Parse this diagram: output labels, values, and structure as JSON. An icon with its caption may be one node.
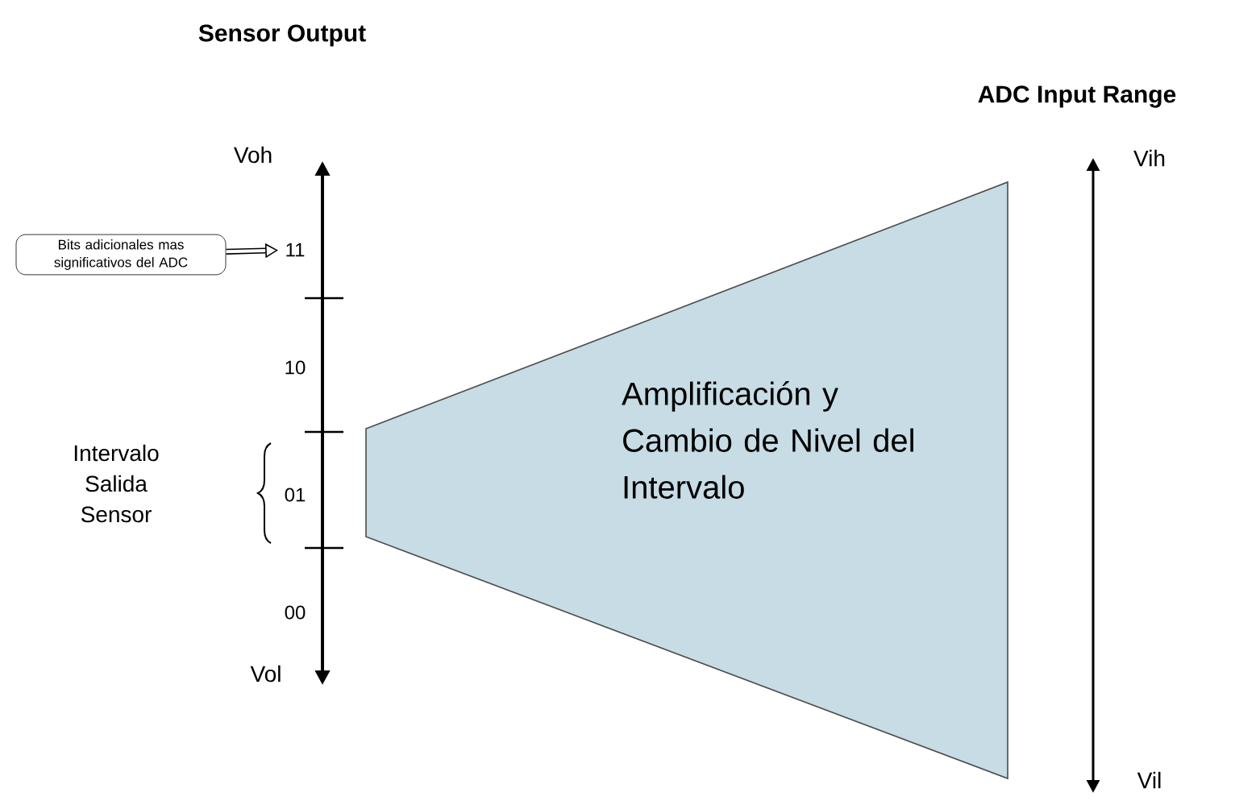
{
  "diagram": {
    "nodes": [
      {
        "text": [
          "Bits adicionales mas significativos del ADC"
        ]
      },
      {
        "text": [
          "11"
        ]
      },
      {
        "text": [
          "Amplificación y Cambio de Nivel del Intervalo"
        ]
      }
    ],
    "edges": [
      {
        "from": 0,
        "to": 1,
        "arrow": "to"
      }
    ],
    "labels": [
      "Sensor Output",
      "ADC Input  Range",
      "Voh",
      "Vih",
      "10",
      "Intervalo Salida Sensor",
      "01",
      "00",
      "Vol",
      "Vil"
    ]
  }
}
